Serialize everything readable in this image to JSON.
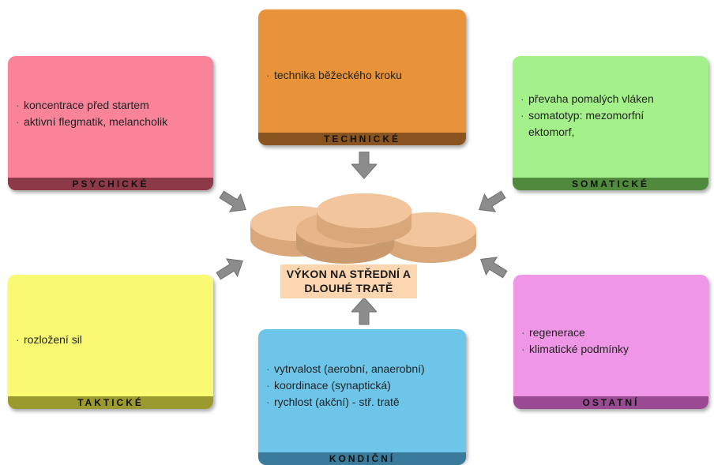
{
  "center": {
    "line1": "VÝKON NA STŘEDNÍ A",
    "line2": "DLOUHÉ TRATĚ"
  },
  "boxes": {
    "psychicke": {
      "title": "PSYCHICKÉ",
      "items": [
        "koncentrace před startem",
        "aktivní flegmatik, melancholik"
      ],
      "color": "#f9849a",
      "bar_color": "#8c3a48"
    },
    "technicke": {
      "title": "TECHNICKÉ",
      "items": [
        "technika běžeckého kroku"
      ],
      "color": "#e8923a",
      "bar_color": "#8a5420"
    },
    "somaticke": {
      "title": "SOMATICKÉ",
      "items": [
        "převaha pomalých vláken",
        "somatotyp: mezomorfní",
        "ektomorf,"
      ],
      "color": "#a4f08a",
      "bar_color": "#4f8a3d"
    },
    "takticke": {
      "title": "TAKTICKÉ",
      "items": [
        "rozložení sil"
      ],
      "color": "#fafa72",
      "bar_color": "#9a9a2e"
    },
    "kondicni": {
      "title": "KONDIČNÍ",
      "items": [
        "vytrvalost (aerobní, anaerobní)",
        "koordinace (synaptická)",
        "rychlost (akční) - stř. tratě"
      ],
      "color": "#6ec5ea",
      "bar_color": "#3a7a9a"
    },
    "ostatni": {
      "title": "OSTATNÍ",
      "items": [
        "regenerace",
        "klimatické podmínky"
      ],
      "color": "#ef96e6",
      "bar_color": "#9a4a92"
    }
  },
  "colors": {
    "arrow": "#8c8c8c",
    "disc": "#f2c59c",
    "disc_side": "#d9a77a"
  }
}
